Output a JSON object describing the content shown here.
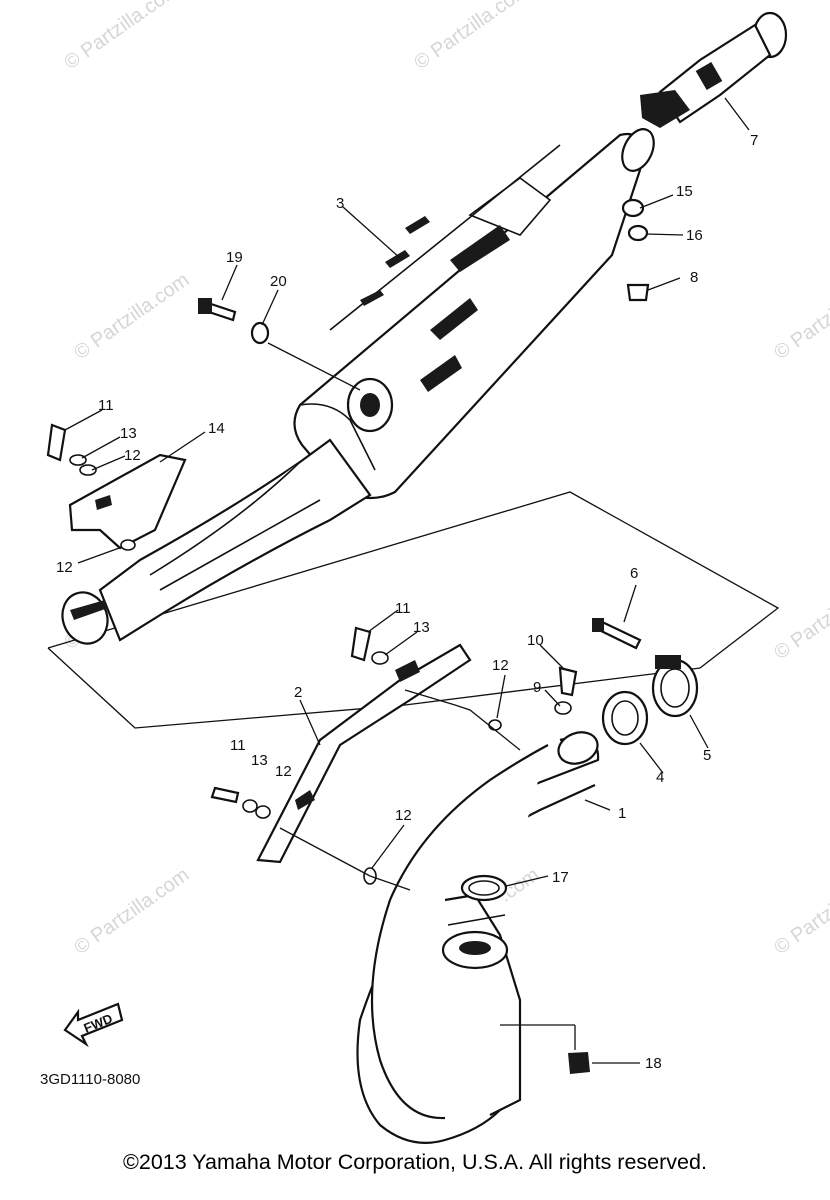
{
  "watermark": "© Partzilla.com",
  "callouts": {
    "c1": "1",
    "c2": "2",
    "c3": "3",
    "c4": "4",
    "c5": "5",
    "c6": "6",
    "c7": "7",
    "c8": "8",
    "c9": "9",
    "c10": "10",
    "c11a": "11",
    "c11b": "11",
    "c11c": "11",
    "c12a": "12",
    "c12b": "12",
    "c12c": "12",
    "c12d": "12",
    "c12e": "12",
    "c13a": "13",
    "c13b": "13",
    "c13c": "13",
    "c14": "14",
    "c15": "15",
    "c16": "16",
    "c17": "17",
    "c18": "18",
    "c19": "19",
    "c20": "20"
  },
  "fwd_label": "FWD",
  "drawing_code": "3GD1110-8080",
  "copyright": "©2013  Yamaha Motor Corporation, U.S.A. All rights reserved."
}
